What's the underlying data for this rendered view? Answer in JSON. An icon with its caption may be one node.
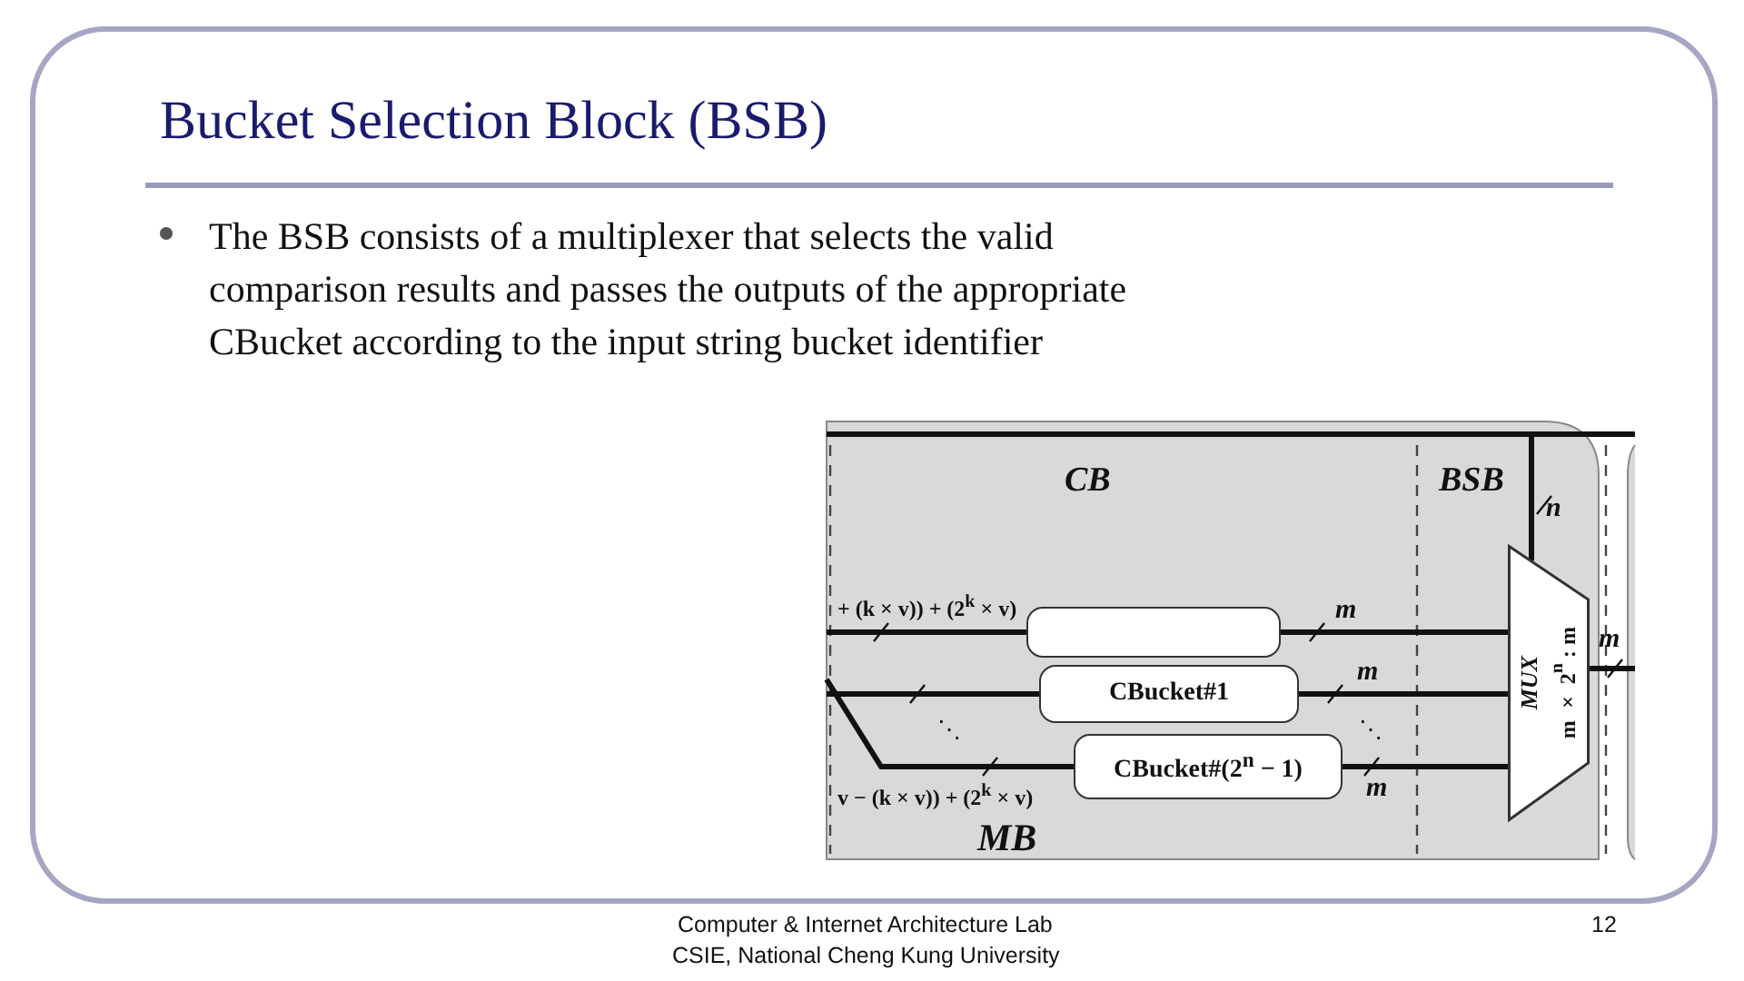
{
  "diagram": {
    "title": "Bucket Selection Block (BSB)",
    "nodes": [
      {
        "text": [],
        "shape": "box"
      },
      {
        "text": [
          "CBucket#1"
        ]
      },
      {
        "text": [
          "CBucket#(2$^{n}$ − 1)"
        ]
      },
      {
        "text": [
          "MUX",
          "m × 2$^{n}$ : m"
        ]
      }
    ],
    "edges": [
      {
        "from": null,
        "to": 0,
        "arrow": "none"
      },
      {
        "from": null,
        "to": 1,
        "arrow": "none"
      },
      {
        "from": null,
        "to": 2,
        "arrow": "none"
      },
      {
        "from": 0,
        "to": 3,
        "arrow": "none",
        "label": "m"
      },
      {
        "from": 1,
        "to": 3,
        "arrow": "none",
        "label": "m"
      },
      {
        "from": 2,
        "to": 3,
        "arrow": "none",
        "label": "m"
      },
      {
        "from": null,
        "to": 3,
        "arrow": "none",
        "label": "n"
      },
      {
        "from": 3,
        "to": null,
        "arrow": "none",
        "label": "m"
      }
    ],
    "labels": [
      "The BSB consists of a multiplexer that selects the valid comparison results and passes the outputs of the appropriate CBucket according to the input string bucket identifier",
      "CB",
      "BSB",
      "+ (k × v)) + (2$^{k}$ × v)",
      "⋱",
      "⋱",
      "v − (k × v)) + (2$^{k}$ × v)",
      "MB",
      "Computer & Internet Architecture Lab",
      "CSIE, National Cheng Kung University",
      "12"
    ]
  }
}
